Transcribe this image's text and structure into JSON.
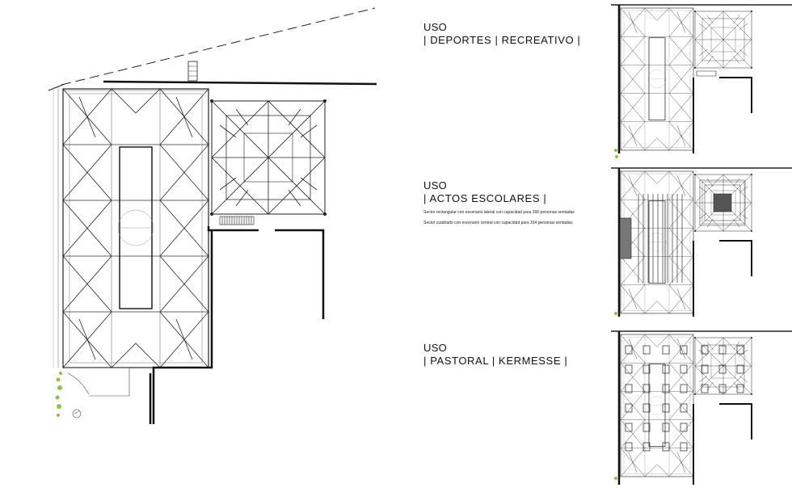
{
  "uses": [
    {
      "title": "USO",
      "categories": "| DEPORTES | RECREATIVO |",
      "notes": []
    },
    {
      "title": "USO",
      "categories": "| ACTOS ESCOLARES |",
      "notes": [
        "Sector rectangular con escenario lateral con capacidad para 390 personas sentadas",
        "Sector cuadrado con escenario central con capacidad para 154 personas sentadas."
      ]
    },
    {
      "title": "USO",
      "categories": "| PASTORAL | KERMESSE |",
      "notes": []
    }
  ]
}
